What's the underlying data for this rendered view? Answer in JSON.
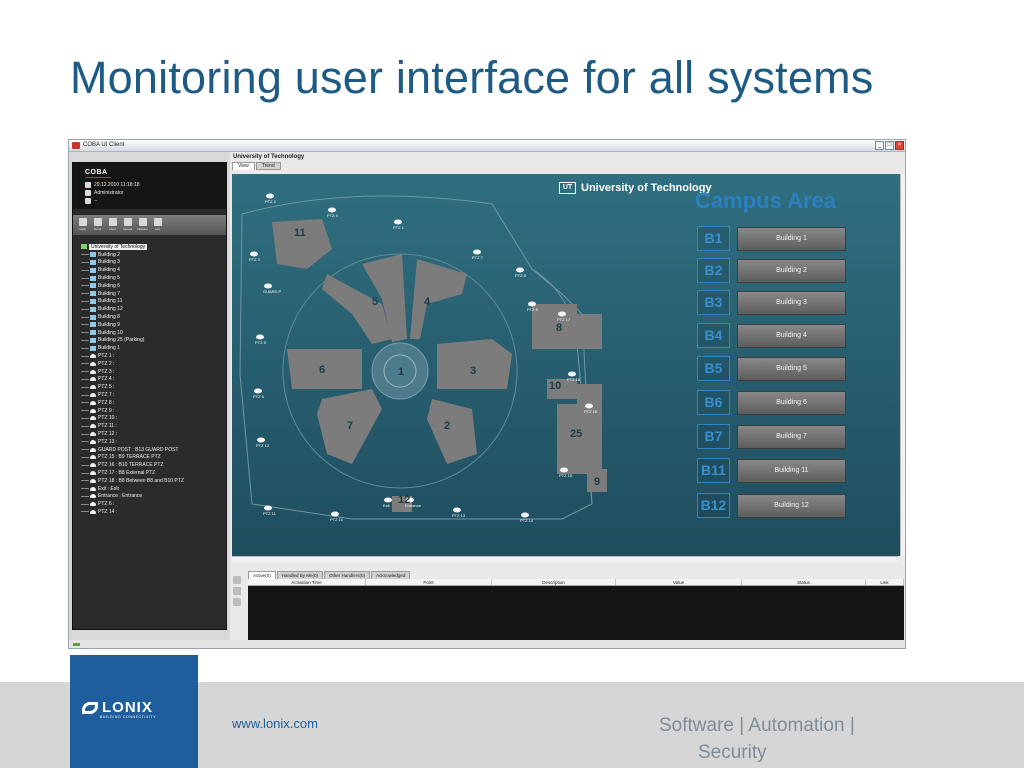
{
  "slide": {
    "title": "Monitoring user interface for all systems"
  },
  "window": {
    "title": "COBA UI Client",
    "controls": [
      "_",
      "□",
      "×"
    ]
  },
  "left_panel": {
    "brand": "COBA",
    "datetime": "29.12.2010 11:18:18",
    "user": "Administrator",
    "info": "--",
    "toolbar": [
      {
        "icon": "back-arrow-icon",
        "label": "back"
      },
      {
        "icon": "home-icon",
        "label": "home"
      },
      {
        "icon": "next-arrow-icon",
        "label": "Next"
      },
      {
        "icon": "reports-icon",
        "label": "reports"
      },
      {
        "icon": "options-icon",
        "label": "Options"
      },
      {
        "icon": "exit-icon",
        "label": "exit"
      }
    ],
    "tree": [
      "University of Technology",
      "Building 2",
      "Building 3",
      "Building 4",
      "Building 5",
      "Building 6",
      "Building 7",
      "Building 11",
      "Building 12",
      "Building 8",
      "Building 9",
      "Building 10",
      "Building 25 (Parking)",
      "Building 1",
      "PTZ 1 :",
      "PTZ 2 :",
      "PTZ 3 :",
      "PTZ 4 :",
      "PTZ 5 :",
      "PTZ 7 :",
      "PTZ 8 :",
      "PTZ 9 :",
      "PTZ 10 :",
      "PTZ 11 :",
      "PTZ 12 :",
      "PTZ 13 :",
      "GUARD POST : B13 GUARD POST",
      "PTZ 15 : B9 TERRACE PTZ",
      "PTZ 16 : B10 TERRACE PTZ",
      "PTZ 17 : B8 External PTZ",
      "PTZ 18 : B8 Between B8 and B10 PTZ",
      "Exit : Exit",
      "Entrance : Entrance",
      "PTZ 6 :",
      "PTZ 14 :"
    ]
  },
  "main_panel": {
    "header": "University of Technology",
    "tabs": [
      "View",
      "Trend"
    ],
    "map": {
      "logo_mark": "UT",
      "logo_text": "University of Technology",
      "campus_title": "Campus Area",
      "building_numbers": [
        "11",
        "5",
        "4",
        "8",
        "6",
        "1",
        "3",
        "10",
        "7",
        "2",
        "25",
        "12",
        "9"
      ],
      "cameras": [
        "PTZ 2",
        "PTZ 4",
        "PTZ 1",
        "PTZ 7",
        "PTZ 8",
        "PTZ 3",
        "PTZ 9",
        "PTZ 17",
        "PTZ 5",
        "PTZ 18",
        "PTZ 6",
        "PTZ 16",
        "PTZ 12",
        "PTZ 15",
        "PTZ 11",
        "PTZ 10",
        "PTZ 13",
        "PTZ 14",
        "Exit",
        "Entrance",
        "GUARD P"
      ]
    },
    "buildings": [
      {
        "code": "B1",
        "label": "Building 1"
      },
      {
        "code": "B2",
        "label": "Building 2"
      },
      {
        "code": "B3",
        "label": "Building 3"
      },
      {
        "code": "B4",
        "label": "Building 4"
      },
      {
        "code": "B5",
        "label": "Building 5"
      },
      {
        "code": "B6",
        "label": "Building 6"
      },
      {
        "code": "B7",
        "label": "Building 7"
      },
      {
        "code": "B11",
        "label": "Building 11"
      },
      {
        "code": "B12",
        "label": "Building 12"
      }
    ]
  },
  "bottom_panel": {
    "tabs": [
      "Active(0)",
      "Handled By Me(0)",
      "Other Handlers(0)",
      "Acknowledged"
    ],
    "columns": [
      "Activation Time",
      "Point",
      "Description",
      "Value",
      "Status",
      "Link"
    ]
  },
  "footer": {
    "logo_word": "LONIX",
    "logo_tagline": "BUILDING CONNECTIVITY",
    "url": "www.lonix.com",
    "tagline_line1": "Software | Automation |",
    "tagline_line2": "Security"
  },
  "colors": {
    "title": "#1d5a84",
    "map_bg": "#2f6f80",
    "building_code": "#3a8fd0",
    "footer_band": "#d6d6d6",
    "lonix_blue": "#1f5e9c"
  }
}
